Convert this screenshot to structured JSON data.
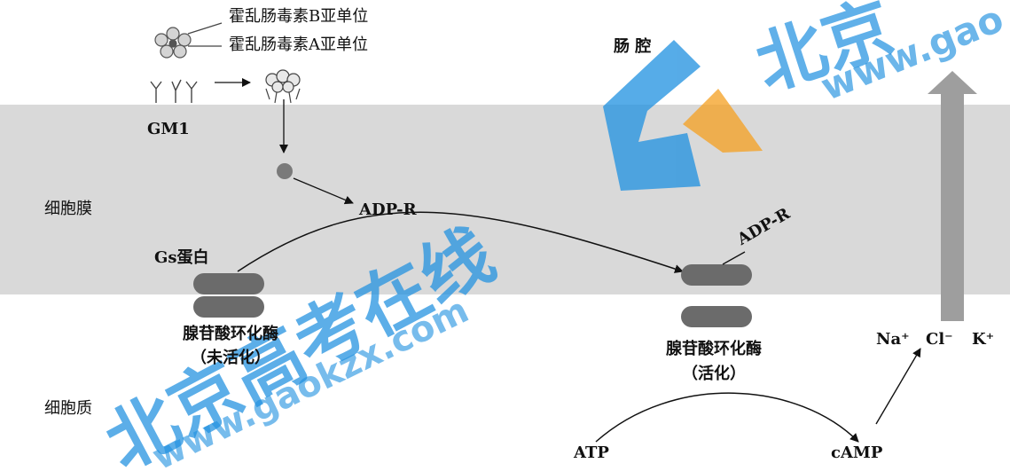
{
  "labels": {
    "toxin_b": "霍乱肠毒素B亚单位",
    "toxin_a": "霍乱肠毒素A亚单位",
    "lumen": "肠 腔",
    "gm1": "GM1",
    "membrane": "细胞膜",
    "adpr_top": "ADP-R",
    "gs": "Gs蛋白",
    "adpr_right": "ADP-R",
    "ac_inactive_1": "腺苷酸环化酶",
    "ac_inactive_2": "（未活化）",
    "ac_active_1": "腺苷酸环化酶",
    "ac_active_2": "（活化）",
    "cytoplasm": "细胞质",
    "na": "Na⁺",
    "cl": "Cl⁻",
    "k": "K⁺",
    "atp": "ATP",
    "camp": "cAMP"
  },
  "watermark": {
    "big_top": "北京",
    "url_top": "www.gao",
    "big_bottom": "北京高考在线",
    "url_bottom": "www.gaokzx.com"
  },
  "colors": {
    "membrane": "#d9d9d9",
    "protein": "#6b6b6b",
    "arrow_gray": "#9e9e9e",
    "watermark_blue": "#1e90e0",
    "watermark_orange": "#f5a020"
  }
}
